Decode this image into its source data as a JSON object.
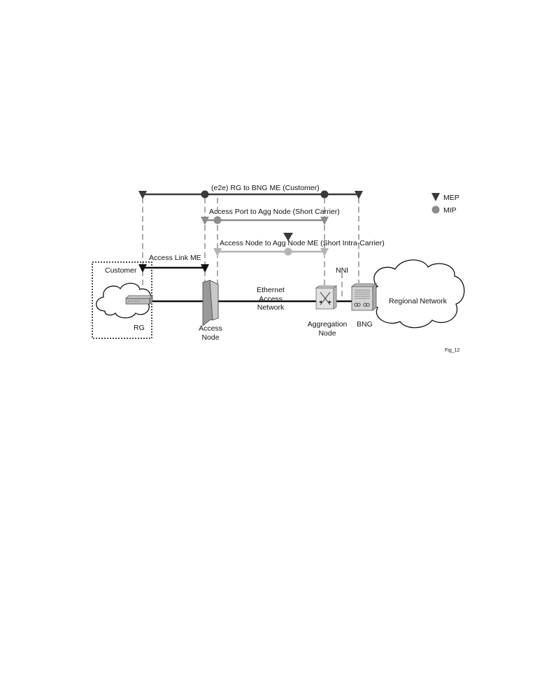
{
  "labels": {
    "e2e": "(e2e) RG to BNG ME (Customer)",
    "short_carrier": "Access Port to Agg Node (Short Carrier)",
    "intra_carrier": "Access Node to Agg Node ME (Short Intra-Carrier)",
    "access_link": "Access Link ME",
    "customer": "Customer",
    "rg": "RG",
    "access_node_1": "Access",
    "access_node_2": "Node",
    "ethernet_1": "Ethernet",
    "ethernet_2": "Access",
    "ethernet_3": "Network",
    "nni": "NNI",
    "agg_1": "Aggregation",
    "agg_2": "Node",
    "bng": "BNG",
    "regional": "Regional Network",
    "fig": "Fig_12"
  },
  "legend": {
    "mep": "MEP",
    "mip": "MIP"
  },
  "colors": {
    "dark": "#3a3a3a",
    "mid": "#8c8c8c",
    "light": "#b4b4b4"
  }
}
